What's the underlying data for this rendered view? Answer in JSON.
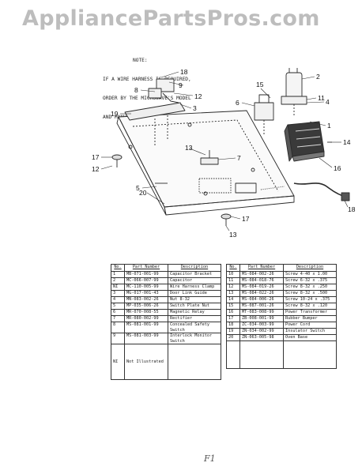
{
  "watermark": "AppliancePartsPros.com",
  "note": {
    "title": "NOTE:",
    "lines": [
      "IF A WIRE HARNESS IS REQUIRED,",
      "ORDER BY THE MICROWAVE'S MODEL",
      "AND MANUFACTURE'S NUMBER."
    ]
  },
  "callouts": [
    "18",
    "9",
    "8",
    "12",
    "3",
    "19",
    "15",
    "2",
    "11",
    "4",
    "6",
    "1",
    "13",
    "7",
    "14",
    "17",
    "12",
    "16",
    "5",
    "20",
    "18",
    "17",
    "13"
  ],
  "table_headers": {
    "no": "No.",
    "part": "Part Number",
    "desc": "Description"
  },
  "table_left": [
    {
      "no": "1",
      "part": "MB-071-001-99",
      "desc": "Capacitor Bracket"
    },
    {
      "no": "2",
      "part": "MC-066-007-99",
      "desc": "Capacitor"
    },
    {
      "no": "NI",
      "part": "MC-110-005-99",
      "desc": "Wire Harness Clamp"
    },
    {
      "no": "3",
      "part": "MG-017-001-43",
      "desc": "Door Link Guide"
    },
    {
      "no": "4",
      "part": "MN-083-002-26",
      "desc": "Nut 8-32"
    },
    {
      "no": "5",
      "part": "MP-035-006-26",
      "desc": "Switch Plate Nut"
    },
    {
      "no": "6",
      "part": "MR-070-008-55",
      "desc": "Magnetic Relay"
    },
    {
      "no": "7",
      "part": "MR-080-002-99",
      "desc": "Rectifier"
    },
    {
      "no": "8",
      "part": "MS-081-001-99",
      "desc": "Concealed Safety\nSwitch"
    },
    {
      "no": "9",
      "part": "MS-081-003-99",
      "desc": "Interlock Monitor\nSwitch"
    },
    {
      "no": "NI",
      "part": "Not Illustrated",
      "desc": ""
    }
  ],
  "table_right": [
    {
      "no": "10",
      "part": "MS-084-002-26",
      "desc": "Screw 4-40 x 1.00"
    },
    {
      "no": "11",
      "part": "MS-084-018-76",
      "desc": "Screw 6-32 x .375"
    },
    {
      "no": "12",
      "part": "MS-084-019-26",
      "desc": "Screw 8-32 x .250"
    },
    {
      "no": "13",
      "part": "MS-084-022-26",
      "desc": "Screw 8-32 x .500"
    },
    {
      "no": "14",
      "part": "MS-084-006-26",
      "desc": "Screw 10-24 x .375"
    },
    {
      "no": "15",
      "part": "MS-087-001-26",
      "desc": "Screw 8-32 x .120"
    },
    {
      "no": "16",
      "part": "MT-083-008-99",
      "desc": "Power Transformer"
    },
    {
      "no": "17",
      "part": "ZB-008-001-99",
      "desc": "Rubber Bumper"
    },
    {
      "no": "18",
      "part": "ZC-034-003-99",
      "desc": "Power Cord"
    },
    {
      "no": "19",
      "part": "ZN-034-002-99",
      "desc": "Insulator Switch"
    },
    {
      "no": "20",
      "part": "ZN-063-005-98",
      "desc": "Oven Base"
    }
  ],
  "footer_mark": "F1",
  "colors": {
    "ink": "#222222",
    "watermark": "#bdbdbd",
    "paper": "#ffffff"
  }
}
